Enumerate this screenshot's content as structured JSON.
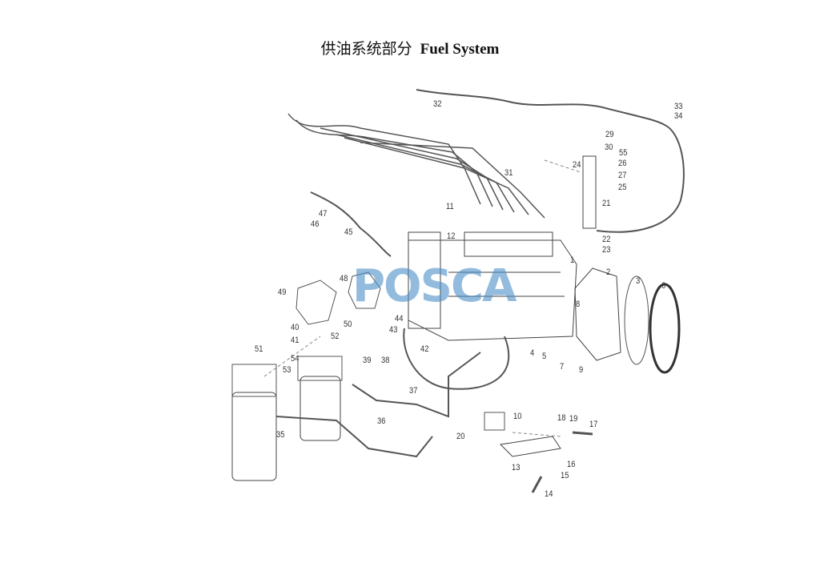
{
  "title": {
    "zh": "供油系统部分",
    "en": "Fuel System"
  },
  "watermark": "POSCA",
  "callouts": [
    "32",
    "33",
    "34",
    "29",
    "30",
    "55",
    "26",
    "24",
    "27",
    "25",
    "31",
    "11",
    "21",
    "47",
    "46",
    "45",
    "12",
    "22",
    "23",
    "1",
    "2",
    "3",
    "6",
    "48",
    "49",
    "8",
    "40",
    "50",
    "44",
    "43",
    "41",
    "52",
    "42",
    "51",
    "4",
    "5",
    "7",
    "9",
    "54",
    "39",
    "38",
    "53",
    "37",
    "36",
    "10",
    "18",
    "19",
    "17",
    "35",
    "20",
    "16",
    "13",
    "15",
    "14"
  ]
}
